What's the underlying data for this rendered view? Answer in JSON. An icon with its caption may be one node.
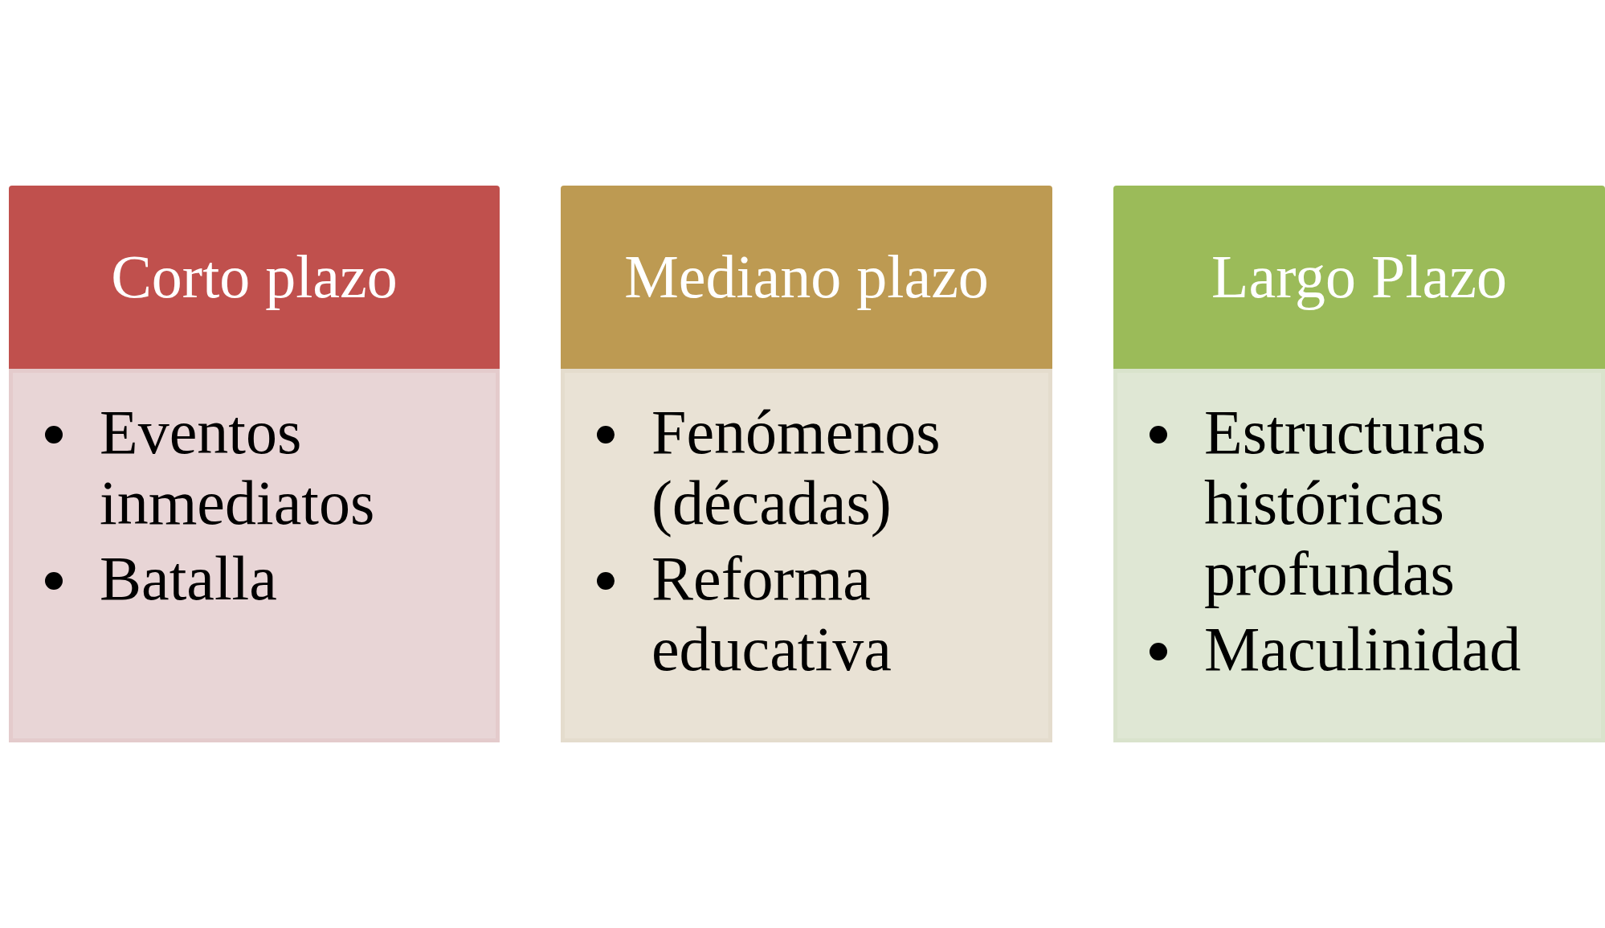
{
  "diagram": {
    "nodes": [
      {
        "text": [
          "Corto plazo"
        ]
      },
      {
        "text": [
          "Eventos inmediatos",
          "Batalla"
        ]
      },
      {
        "text": [
          "Mediano plazo"
        ]
      },
      {
        "text": [
          "Fenómenos (décadas)",
          "Reforma educativa"
        ]
      },
      {
        "text": [
          "Largo Plazo"
        ]
      },
      {
        "text": [
          "Estructuras históricas profundas",
          "Maculinidad"
        ]
      }
    ],
    "edges": []
  }
}
